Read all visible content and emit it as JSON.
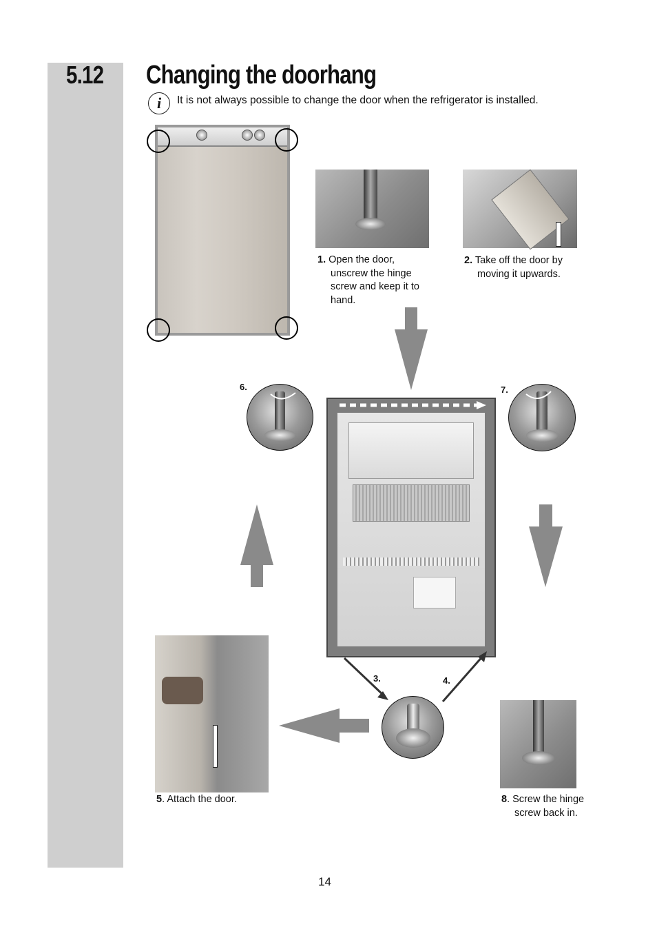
{
  "header": {
    "section_number": "5.12",
    "title": "Changing the doorhang"
  },
  "info": {
    "icon": "info-icon",
    "icon_glyph": "i",
    "text": "It is not always possible to change the door when the refrigerator is installed."
  },
  "steps": {
    "s1": {
      "num": "1.",
      "line1": "Open the door,",
      "line2": "unscrew the hinge",
      "line3": "screw and keep it to",
      "line4": "hand."
    },
    "s2": {
      "num": "2.",
      "line1": "Take off the door by",
      "line2": "moving it upwards."
    },
    "s3": {
      "num": "3."
    },
    "s4": {
      "num": "4."
    },
    "s5": {
      "num": "5",
      "text": ". Attach the door."
    },
    "s6": {
      "num": "6."
    },
    "s7": {
      "num": "7."
    },
    "s8": {
      "num": "8",
      "line1": ". Screw the hinge",
      "line2": "screw back in."
    }
  },
  "footer": {
    "page_number": "14"
  },
  "colors": {
    "sidebar": "#cfcfcf",
    "arrow": "#8a8a8a",
    "text": "#111111"
  }
}
